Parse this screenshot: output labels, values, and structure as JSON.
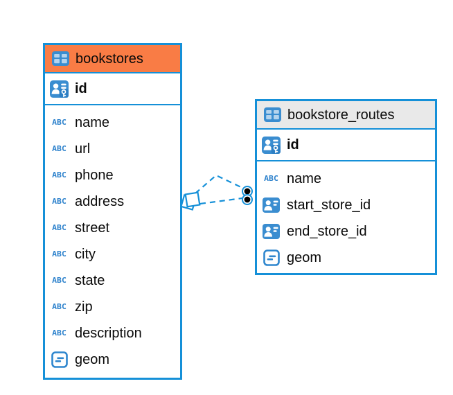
{
  "icons": {
    "text_type_glyph": "ABC"
  },
  "colors": {
    "accent_blue": "#1590D8",
    "icon_blue": "#3A8DD0",
    "abc_blue": "#2E82CC",
    "bookstores_header": "#F97C45",
    "bookstore_routes_header": "#E9E9E9",
    "relation_line": "#1590D8",
    "canvas_background": "#FFFFFF",
    "text": "#0A0A0A"
  },
  "diagram": {
    "tables": [
      {
        "name": "bookstores",
        "icon": "table-icon",
        "header_color": "#F97C45",
        "primary_key": {
          "name": "id",
          "icon": "primary-key-icon"
        },
        "columns": [
          {
            "name": "name",
            "icon": "text-type-icon"
          },
          {
            "name": "url",
            "icon": "text-type-icon"
          },
          {
            "name": "phone",
            "icon": "text-type-icon"
          },
          {
            "name": "address",
            "icon": "text-type-icon"
          },
          {
            "name": "street",
            "icon": "text-type-icon"
          },
          {
            "name": "city",
            "icon": "text-type-icon"
          },
          {
            "name": "state",
            "icon": "text-type-icon"
          },
          {
            "name": "zip",
            "icon": "text-type-icon"
          },
          {
            "name": "description",
            "icon": "text-type-icon"
          },
          {
            "name": "geom",
            "icon": "geometry-type-icon"
          }
        ]
      },
      {
        "name": "bookstore_routes",
        "icon": "table-icon",
        "header_color": "#E9E9E9",
        "primary_key": {
          "name": "id",
          "icon": "primary-key-icon"
        },
        "columns": [
          {
            "name": "name",
            "icon": "text-type-icon"
          },
          {
            "name": "start_store_id",
            "icon": "reference-icon"
          },
          {
            "name": "end_store_id",
            "icon": "reference-icon"
          },
          {
            "name": "geom",
            "icon": "geometry-type-icon"
          }
        ]
      }
    ],
    "relationships": [
      {
        "from_table": "bookstores",
        "to_table": "bookstore_routes",
        "line_style": "dashed",
        "from_marker": "diamond",
        "to_marker": "dot"
      },
      {
        "from_table": "bookstores",
        "to_table": "bookstore_routes",
        "line_style": "dashed",
        "from_marker": "diamond",
        "to_marker": "dot"
      }
    ]
  }
}
